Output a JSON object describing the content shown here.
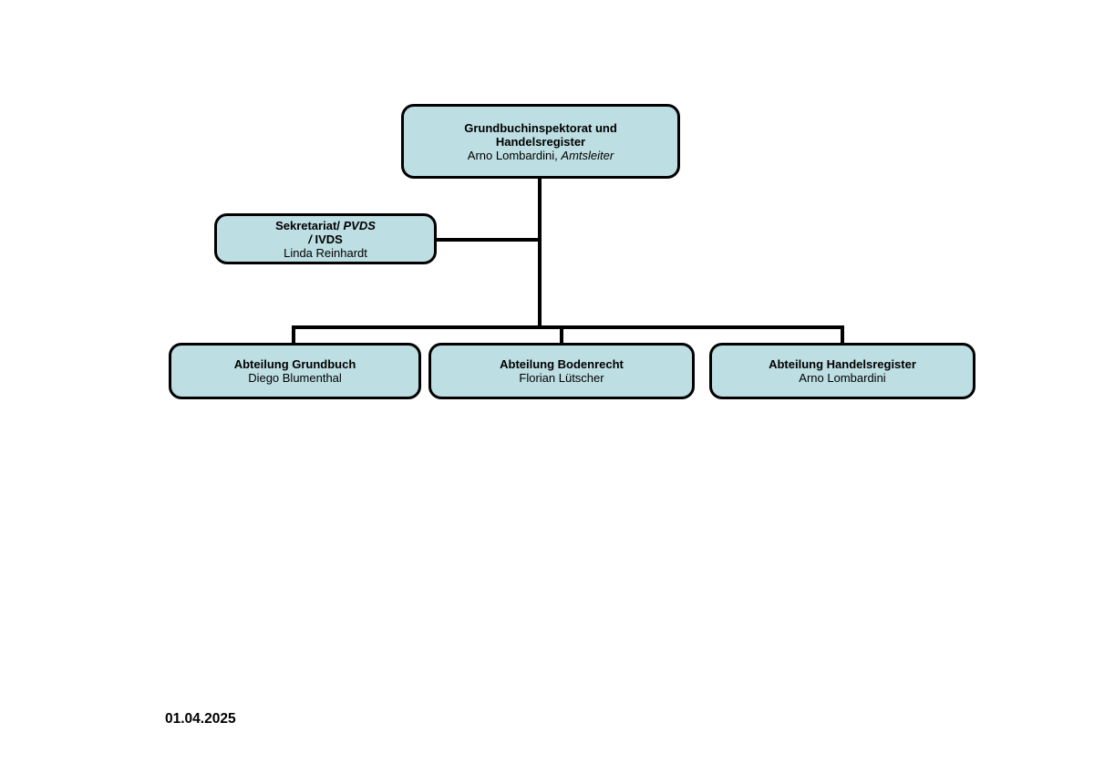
{
  "colors": {
    "page_background": "#ffffff",
    "node_fill": "#bddee2",
    "node_border": "#000000",
    "connector": "#000000",
    "text": "#000000"
  },
  "org": {
    "root": {
      "title1": "Grundbuchinspektorat und",
      "title2": "Handelsregister",
      "person": "Arno Lombardini,",
      "role": "Amtsleiter"
    },
    "secretariat": {
      "title_prefix": "Sekretariat/",
      "system1": "PVDS",
      "slash": "/",
      "system2": "IVDS",
      "person": "Linda Reinhardt"
    },
    "departments": [
      {
        "title": "Abteilung Grundbuch",
        "person": "Diego Blumenthal"
      },
      {
        "title": "Abteilung Bodenrecht",
        "person": "Florian Lütscher"
      },
      {
        "title": "Abteilung Handelsregister",
        "person": "Arno Lombardini"
      }
    ],
    "edges": [
      {
        "from": "root",
        "to": "secretariat",
        "type": "assistant-side-link"
      },
      {
        "from": "root",
        "to": "abteilung-grundbuch"
      },
      {
        "from": "root",
        "to": "abteilung-bodenrecht"
      },
      {
        "from": "root",
        "to": "abteilung-handelsregister"
      }
    ]
  },
  "footer": {
    "date": "01.04.2025"
  }
}
